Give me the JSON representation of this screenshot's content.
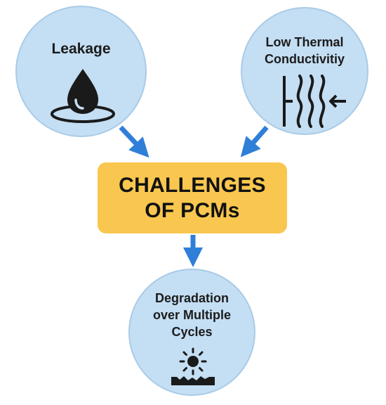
{
  "diagram": {
    "center": {
      "line1": "CHALLENGES",
      "line2": "OF PCMs"
    },
    "nodes": {
      "leakage": {
        "label": "Leakage",
        "icon": "water-drop-icon"
      },
      "thermal": {
        "line1": "Low Thermal",
        "line2": "Conductivitiy",
        "icon": "heat-transfer-icon"
      },
      "degradation": {
        "line1": "Degradation",
        "line2": "over Multiple",
        "line3": "Cycles",
        "icon": "sun-degradation-icon"
      }
    },
    "colors": {
      "circle_fill": "#c4def3",
      "box_fill": "#f9c74f",
      "arrow": "#2f7fd8",
      "icon": "#1a1a1a"
    }
  }
}
